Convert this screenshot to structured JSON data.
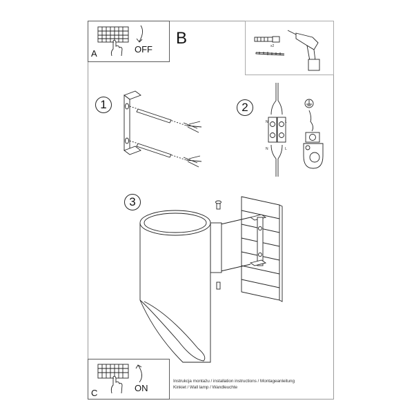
{
  "document": {
    "type": "installation-instructions",
    "panels": {
      "a": {
        "label": "A",
        "action": "OFF"
      },
      "b": {
        "label": "B"
      },
      "c": {
        "label": "C",
        "action": "ON"
      }
    },
    "tools": {
      "quantity_label": "x2"
    },
    "steps": [
      {
        "number": "1"
      },
      {
        "number": "2",
        "wiring": {
          "neutral": "N",
          "live": "L"
        }
      },
      {
        "number": "3"
      }
    ],
    "footer": {
      "line1": "Instrukcja montażu / installation instructions / Montageanleitung",
      "line2": "Kinkiet / Wall lamp / Wandleuchte"
    }
  }
}
